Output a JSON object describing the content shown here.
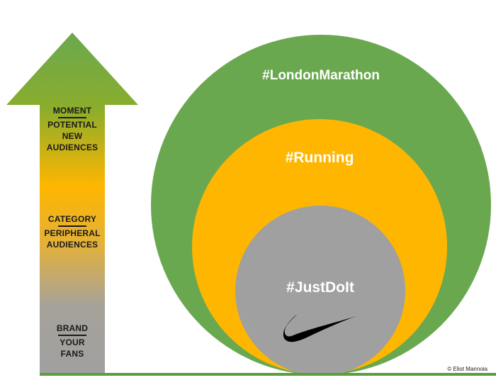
{
  "colors": {
    "green": "#6aa84f",
    "amber": "#ffb600",
    "gray": "#a0a0a0",
    "baseline": "#5a9e3f",
    "dark": "#1a1a1a"
  },
  "arrow": {
    "moment": {
      "title": "MOMENT",
      "lines": [
        "POTENTIAL",
        "NEW",
        "AUDIENCES"
      ]
    },
    "category": {
      "title": "CATEGORY",
      "lines": [
        "PERIPHERAL",
        "AUDIENCES"
      ]
    },
    "brand": {
      "title": "BRAND",
      "lines": [
        "YOUR",
        "FANS"
      ]
    }
  },
  "circles": {
    "outer": {
      "label": "#LondonMarathon",
      "icon": "none"
    },
    "middle": {
      "label": "#Running",
      "icon": "none"
    },
    "inner": {
      "label": "#JustDoIt",
      "icon": "swoosh-icon"
    }
  },
  "footer": {
    "copyright": "© Eliot Mannoia"
  }
}
